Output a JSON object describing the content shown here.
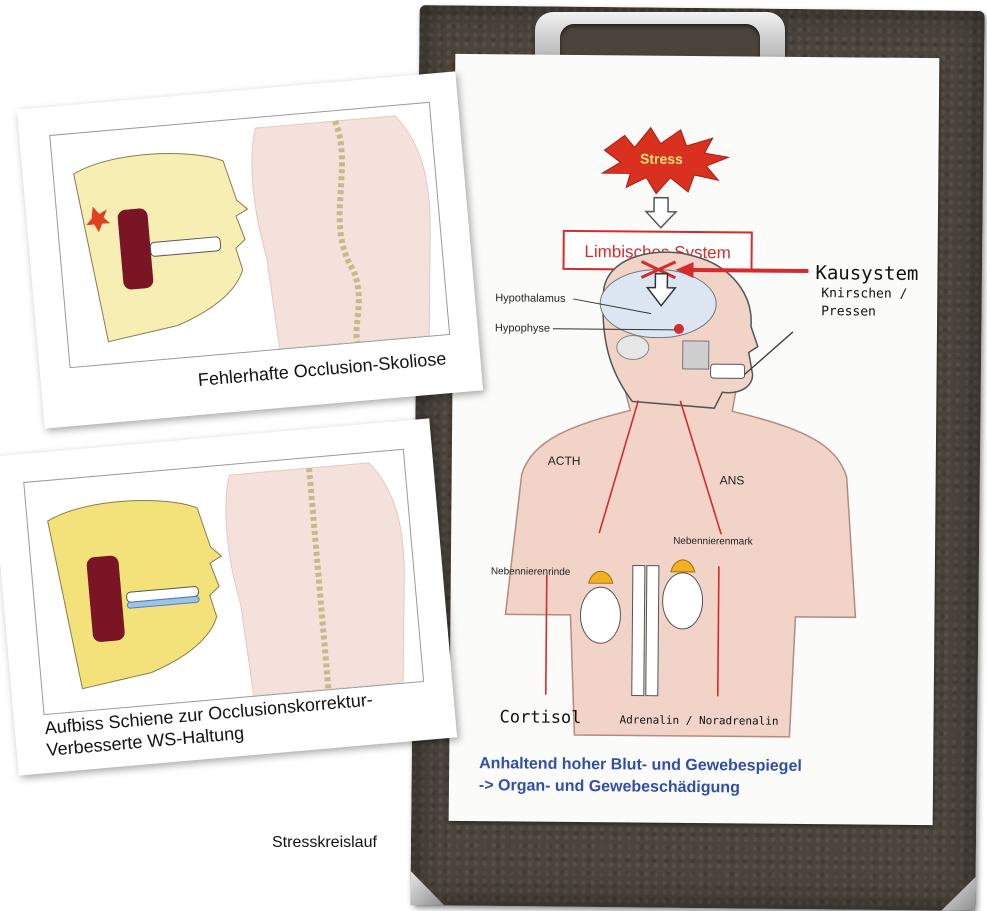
{
  "cards": [
    {
      "caption": "Fehlerhafte Occlusion-Skoliose"
    },
    {
      "caption_line1": "Aufbiss Schiene zur Occlusionskorrektur-",
      "caption_line2": "Verbesserte WS-Haltung"
    }
  ],
  "figure_caption": "Stresskreislauf",
  "diagram": {
    "stress": "Stress",
    "limbic": "Limbisches System",
    "kausystem": "Kausystem",
    "knirschen": "Knirschen /",
    "pressen": "Pressen",
    "hypothalamus": "Hypothalamus",
    "hypophyse": "Hypophyse",
    "acth": "ACTH",
    "ans": "ANS",
    "nebennierenmark": "Nebennierenmark",
    "nebennierenrinde": "Nebennierenrinde",
    "cortisol": "Cortisol",
    "adrenalin": "Adrenalin / Noradrenalin",
    "conclusion_line1": "Anhaltend hoher Blut- und Gewebespiegel",
    "conclusion_line2": "-> Organ- und Gewebeschädigung"
  },
  "colors": {
    "red": "#d62b2b",
    "blue": "#2f4fa8",
    "skin": "#f1d3c8",
    "stress_burst": "#d9301f"
  }
}
